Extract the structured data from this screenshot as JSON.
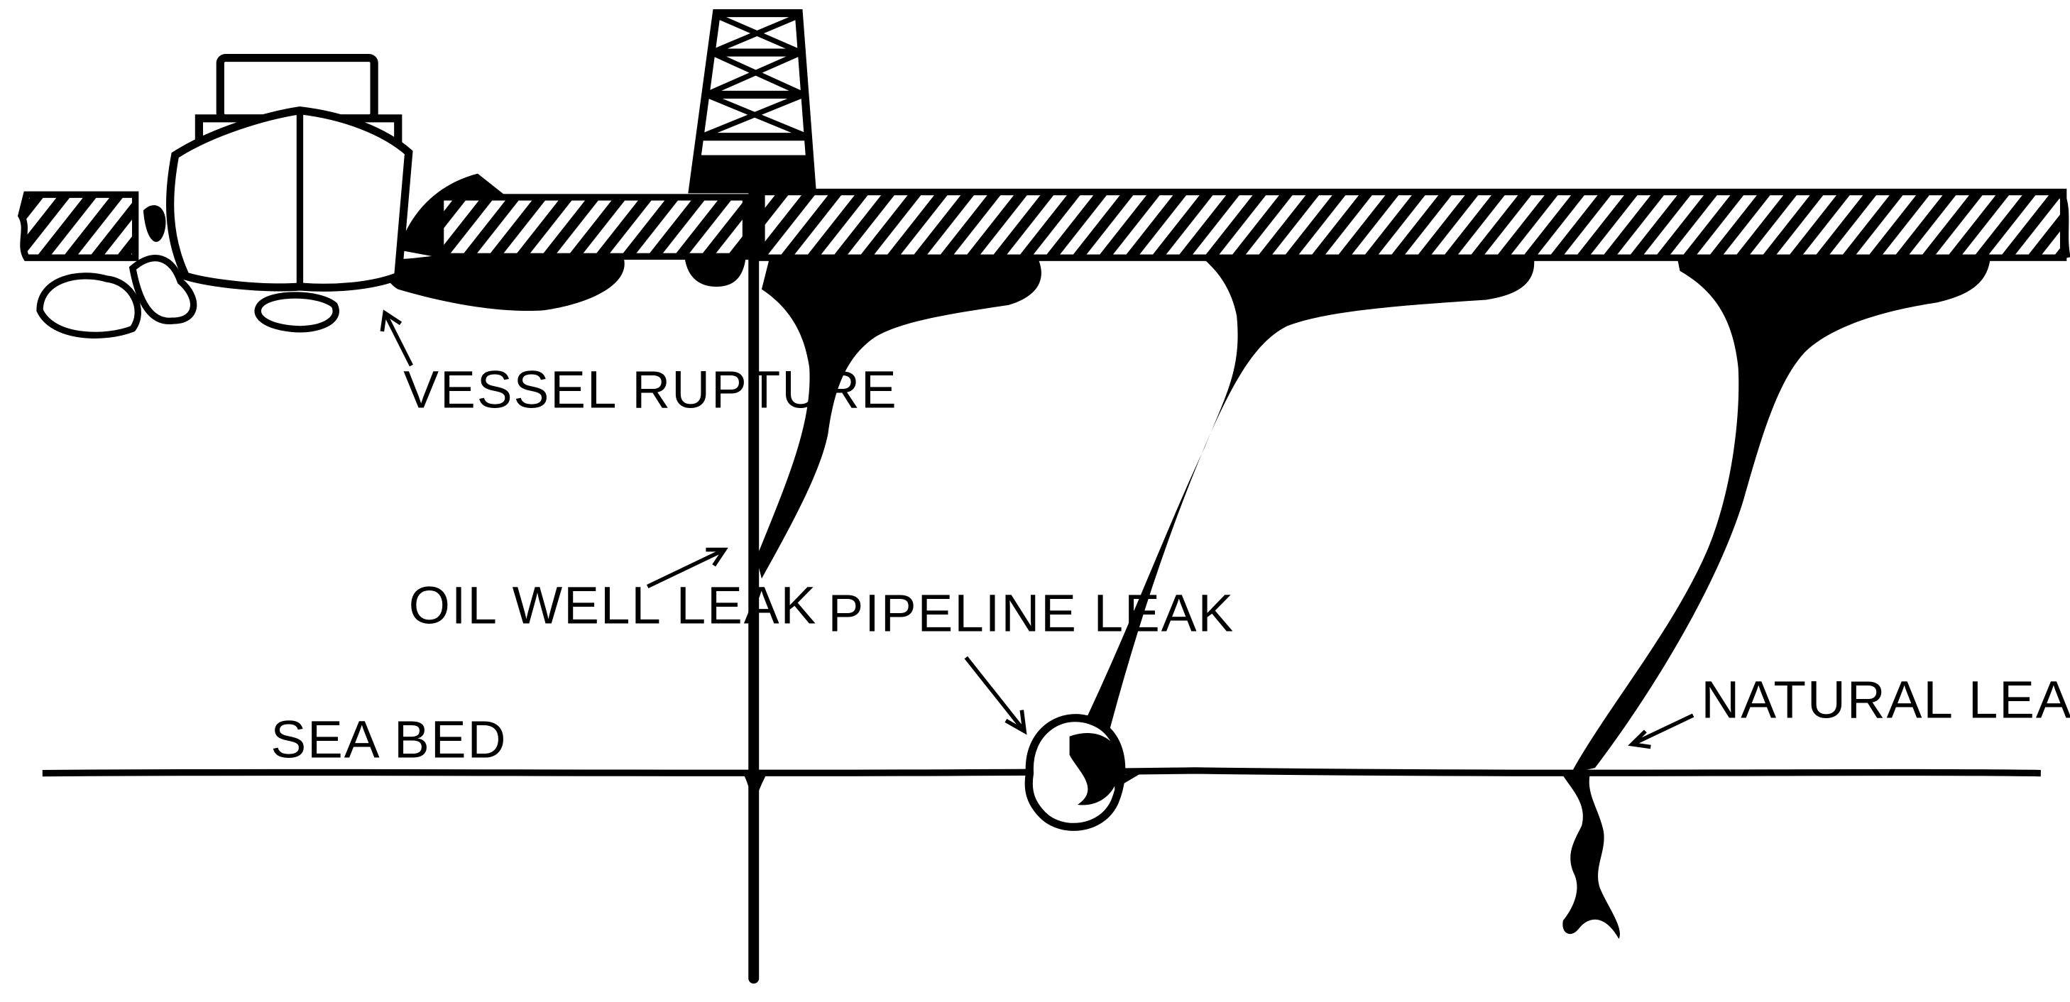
{
  "labels": {
    "vessel_rupture": "VESSEL RUPTURE",
    "oil_well_leak": "OIL WELL LEAK",
    "pipeline_leak": "PIPELINE LEAK",
    "natural_leak": "NATURAL LEAK",
    "sea_bed": "SEA BED"
  },
  "colors": {
    "ink": "#000000",
    "background": "#ffffff"
  }
}
